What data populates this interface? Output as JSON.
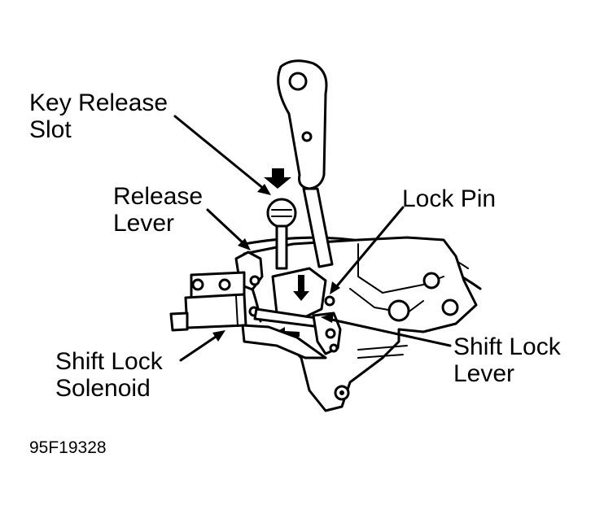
{
  "labels": {
    "key_release_slot": {
      "line1": "Key Release",
      "line2": "Slot"
    },
    "release_lever": {
      "line1": "Release",
      "line2": "Lever"
    },
    "lock_pin": {
      "line1": "Lock Pin"
    },
    "shift_lock_solenoid": {
      "line1": "Shift Lock",
      "line2": "Solenoid"
    },
    "shift_lock_lever": {
      "line1": "Shift Lock",
      "line2": "Lever"
    }
  },
  "figure_code": "95F19328"
}
